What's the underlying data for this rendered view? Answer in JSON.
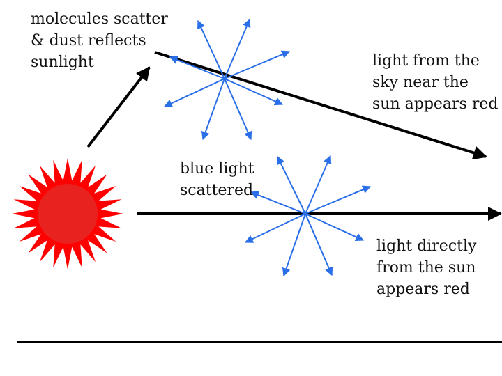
{
  "labels": {
    "molecules": "molecules scatter\n& dust reflects\nsunlight",
    "sky": "light from the\nsky near the\nsun appears red",
    "blue": "blue light\nscattered",
    "direct": "light directly\nfrom the sun\nappears red"
  },
  "colors": {
    "sun_outer": "#ff0000",
    "sun_inner": "#e8231f",
    "scatter_arrow": "#2a6fe8",
    "line": "#000000"
  },
  "icons": {
    "sun": "sun-icon",
    "scatter": "scatter-burst-icon"
  }
}
